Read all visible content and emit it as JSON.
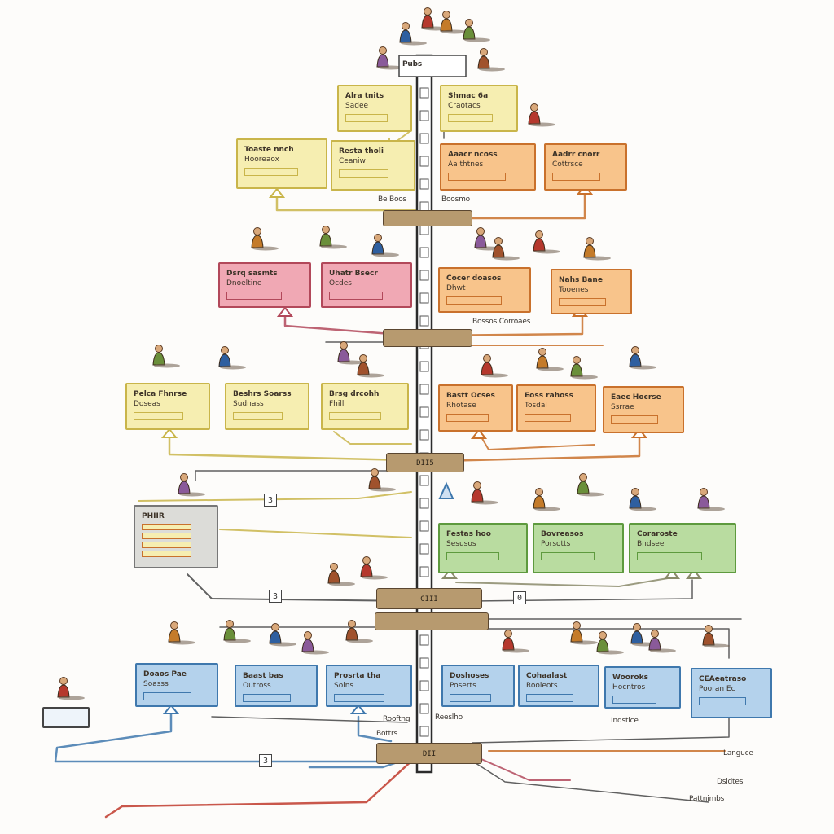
{
  "diagram": {
    "palette": {
      "yellow": "#f6eeb1",
      "yellow_border": "#c9b54a",
      "orange": "#f8c48b",
      "orange_border": "#c9712c",
      "pink": "#f0a8b4",
      "pink_border": "#b2485a",
      "green": "#b9dca0",
      "green_border": "#5e9a3e",
      "blue": "#b4d2ec",
      "blue_border": "#3f78ad",
      "gray": "#dcdcd8",
      "gray_border": "#777777",
      "trunk": "#2b2b2b"
    },
    "top_label": "Pubs",
    "side_labels": {
      "l1": "Be Boos",
      "l2": "Boosmo",
      "l3": "Bossos Corroaes",
      "l4": "Rooftng",
      "l5": "Reeslho",
      "l6": "Bottrs",
      "l7": "Indstice",
      "l8": "Languce",
      "l9": "Dsidtes",
      "l10": "Pattnimbs"
    },
    "markers": [
      "3",
      "3",
      "0",
      "3"
    ],
    "hub_labels": [
      "DII5",
      "CIII",
      "DII"
    ],
    "boxes": [
      {
        "id": "y1",
        "title": "Alra tnits",
        "text": "Sadee"
      },
      {
        "id": "o1",
        "title": "Shmac 6a",
        "text": "Craotacs"
      },
      {
        "id": "y2",
        "title": "Toaste nnch",
        "text": "Hooreaox"
      },
      {
        "id": "y3",
        "title": "Resta tholi",
        "text": "Ceaniw"
      },
      {
        "id": "o2",
        "title": "Aaacr ncoss",
        "text": "Aa thtnes"
      },
      {
        "id": "o3",
        "title": "Aadrr cnorr",
        "text": "Cottrsce"
      },
      {
        "id": "p1",
        "title": "Dsrq sasmts",
        "text": "Dnoeltine"
      },
      {
        "id": "p2",
        "title": "Uhatr Bsecr",
        "text": "Ocdes"
      },
      {
        "id": "o4",
        "title": "Cocer doasos",
        "text": "Dhwt"
      },
      {
        "id": "o5",
        "title": "Nahs Bane",
        "text": "Tooenes"
      },
      {
        "id": "y4",
        "title": "Pelca Fhnrse",
        "text": "Doseas"
      },
      {
        "id": "y5",
        "title": "Beshrs Soarss",
        "text": "Sudnass"
      },
      {
        "id": "y6",
        "title": "Brsg drcohh",
        "text": "Fhill"
      },
      {
        "id": "o6",
        "title": "Bastt Ocses",
        "text": "Rhotase"
      },
      {
        "id": "o7",
        "title": "Eoss rahoss",
        "text": "Tosdal"
      },
      {
        "id": "o8",
        "title": "Eaec Hocrse",
        "text": "Ssrrae"
      },
      {
        "id": "g0",
        "title": "PHIIR",
        "text": ""
      },
      {
        "id": "g1",
        "title": "Festas hoo",
        "text": "Sesusos"
      },
      {
        "id": "g2",
        "title": "Bovreasos",
        "text": "Porsotts"
      },
      {
        "id": "g3",
        "title": "Coraroste",
        "text": "Bndsee"
      },
      {
        "id": "b1",
        "title": "Doaos Pae",
        "text": "Soasss"
      },
      {
        "id": "b2",
        "title": "Baast bas",
        "text": "Outross"
      },
      {
        "id": "b3",
        "title": "Prosrta tha",
        "text": "Soins"
      },
      {
        "id": "b4",
        "title": "Doshoses",
        "text": "Poserts"
      },
      {
        "id": "b5",
        "title": "Cohaalast",
        "text": "Rooleots"
      },
      {
        "id": "b6",
        "title": "Wooroks",
        "text": "Hocntros"
      },
      {
        "id": "b7",
        "title": "CEAeatraso",
        "text": "Pooran Ec"
      }
    ]
  }
}
